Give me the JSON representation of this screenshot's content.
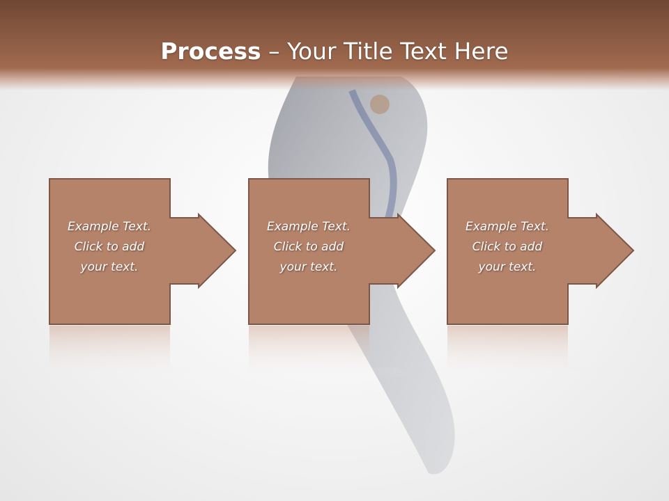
{
  "slide": {
    "title_bold": "Process",
    "title_rest": " – Your Title Text Here"
  },
  "steps": [
    {
      "line1": "Example Text.",
      "line2": "Click  to add",
      "line3": "your text."
    },
    {
      "line1": "Example Text.",
      "line2": "Click  to add",
      "line3": "your text."
    },
    {
      "line1": "Example Text.",
      "line2": "Click  to add",
      "line3": "your text."
    }
  ],
  "colors": {
    "header": "#8a5a42",
    "box_fill": "#b5826a",
    "box_border": "#7c5646"
  }
}
